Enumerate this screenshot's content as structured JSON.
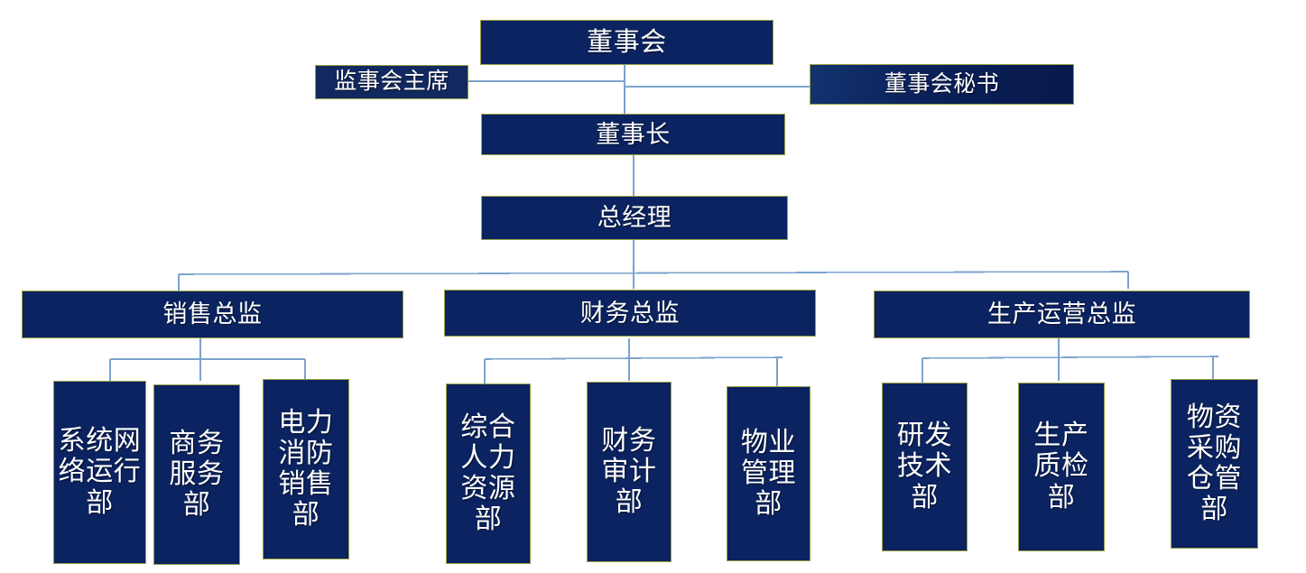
{
  "chart": {
    "type": "org-chart",
    "title_text_language": "zh-CN",
    "colors": {
      "box_fill": "#0b2360",
      "box_fill_light": "#12295f",
      "box_border": "#9aa046",
      "box_text": "#ffffff",
      "connector": "#7ba3cc",
      "background": "#ffffff"
    }
  },
  "nodes": {
    "board": {
      "label": "董事会"
    },
    "supervisor_chair": {
      "label": "监事会主席"
    },
    "board_secretary": {
      "label": "董事会秘书"
    },
    "chairman": {
      "label": "董事长"
    },
    "general_manager": {
      "label": "总经理"
    },
    "directors": [
      {
        "id": "sales",
        "label": "销售总监"
      },
      {
        "id": "finance",
        "label": "财务总监"
      },
      {
        "id": "operations",
        "label": "生产运营总监"
      }
    ],
    "departments": {
      "sales": [
        {
          "id": "system-network-operations",
          "label": "系统网络运行部"
        },
        {
          "id": "business-service",
          "label": "商务服务部"
        },
        {
          "id": "power-fire-sales",
          "label": "电力消防销售部"
        }
      ],
      "finance": [
        {
          "id": "general-hr",
          "label": "综合人力资源部"
        },
        {
          "id": "finance-audit",
          "label": "财务审计部"
        },
        {
          "id": "property-management",
          "label": "物业管理部"
        }
      ],
      "operations": [
        {
          "id": "rd-technology",
          "label": "研发技术部"
        },
        {
          "id": "production-quality",
          "label": "生产质检部"
        },
        {
          "id": "materials-procurement-warehouse",
          "label": "物资采购仓管部"
        }
      ]
    }
  }
}
